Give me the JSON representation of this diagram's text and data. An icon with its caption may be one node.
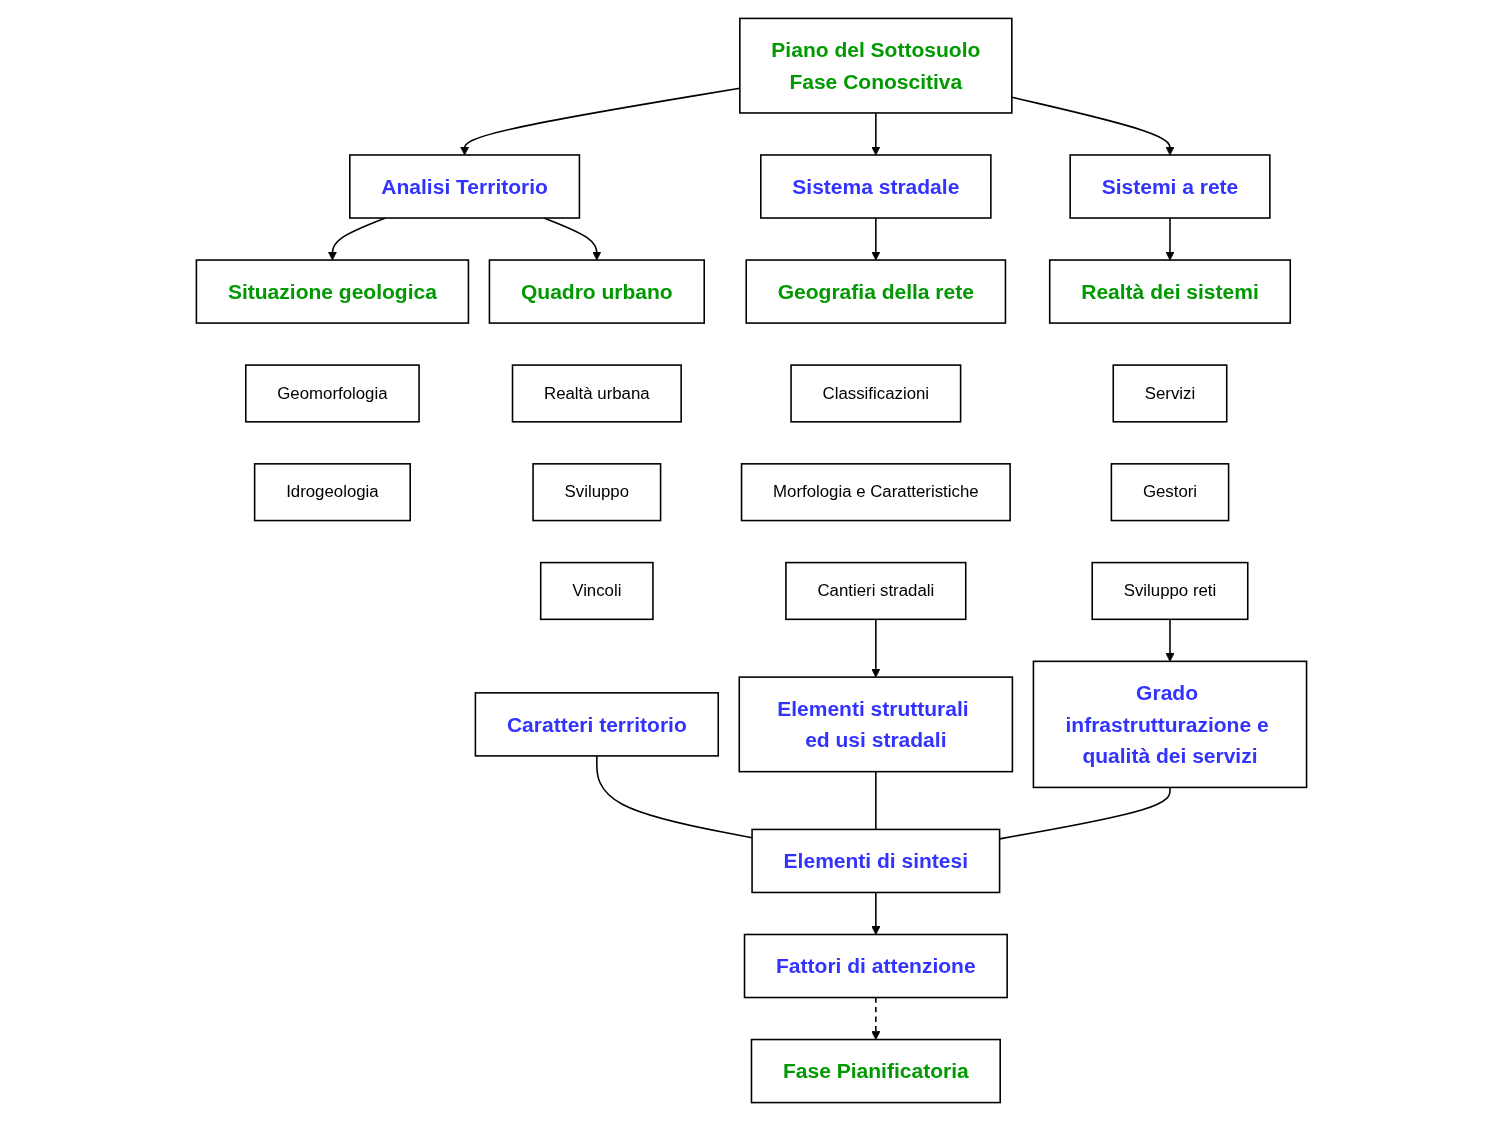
{
  "diagram": {
    "nodes": [
      {
        "text": [
          "Piano del Sottosuolo",
          "Fase Conoscitiva"
        ]
      },
      {
        "text": [
          "Analisi Territorio"
        ]
      },
      {
        "text": [
          "Situazione geologica"
        ]
      },
      {
        "text": [
          "Geomorfologia"
        ]
      },
      {
        "text": [
          "Idrogeologia"
        ]
      },
      {
        "text": [
          "Quadro urbano"
        ]
      },
      {
        "text": [
          "Realtà urbana"
        ]
      },
      {
        "text": [
          "Sviluppo"
        ]
      },
      {
        "text": [
          "Vincoli"
        ]
      },
      {
        "text": [
          "Caratteri territorio"
        ]
      },
      {
        "text": [
          "Sistema stradale"
        ]
      },
      {
        "text": [
          "Geografia della rete"
        ]
      },
      {
        "text": [
          "Classificazioni"
        ]
      },
      {
        "text": [
          "Morfologia e Caratteristiche"
        ]
      },
      {
        "text": [
          "Cantieri stradali"
        ]
      },
      {
        "text": [
          "Elementi strutturali ed usi stradali"
        ]
      },
      {
        "text": [
          "Sistemi a rete"
        ]
      },
      {
        "text": [
          "Realtà dei sistemi"
        ]
      },
      {
        "text": [
          "Servizi"
        ]
      },
      {
        "text": [
          "Gestori"
        ]
      },
      {
        "text": [
          "Sviluppo reti"
        ]
      },
      {
        "text": [
          "Grado infrastrutturazione e qualità dei servizi"
        ]
      },
      {
        "text": [
          "Elementi di sintesi"
        ]
      },
      {
        "text": [
          "Fattori di attenzione"
        ]
      },
      {
        "text": [
          "Fase Pianificatoria"
        ]
      }
    ],
    "edges": [
      {
        "from": 0,
        "to": 1,
        "arrow": "to"
      },
      {
        "from": 0,
        "to": 10,
        "arrow": "to"
      },
      {
        "from": 0,
        "to": 16,
        "arrow": "to"
      },
      {
        "from": 1,
        "to": 2,
        "arrow": "to"
      },
      {
        "from": 1,
        "to": 5,
        "arrow": "to"
      },
      {
        "from": 10,
        "to": 11,
        "arrow": "to"
      },
      {
        "from": 16,
        "to": 17,
        "arrow": "to"
      },
      {
        "from": 14,
        "to": 15,
        "arrow": "to"
      },
      {
        "from": 20,
        "to": 21,
        "arrow": "to"
      },
      {
        "from": 9,
        "to": 22,
        "arrow": "none"
      },
      {
        "from": 15,
        "to": 22,
        "arrow": "none"
      },
      {
        "from": 21,
        "to": 22,
        "arrow": "none"
      },
      {
        "from": 22,
        "to": 23,
        "arrow": "to"
      },
      {
        "from": 23,
        "to": 24,
        "arrow": "to",
        "style": "dashed"
      }
    ]
  }
}
